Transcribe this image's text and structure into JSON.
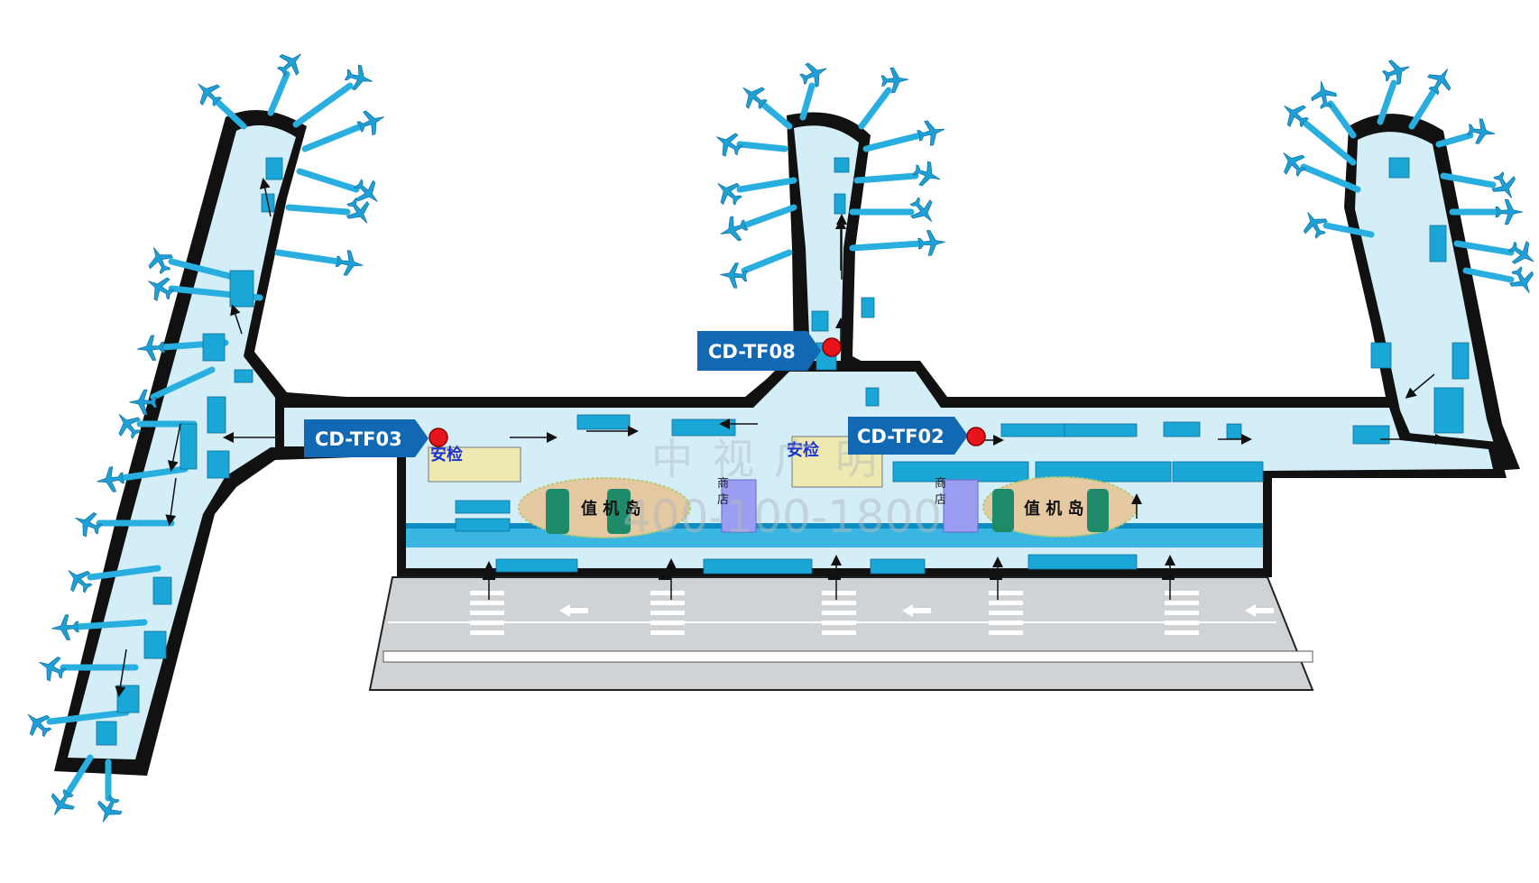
{
  "markers": [
    {
      "id": "tf08",
      "label": "CD-TF08"
    },
    {
      "id": "tf03",
      "label": "CD-TF03"
    },
    {
      "id": "tf02",
      "label": "CD-TF02"
    }
  ],
  "labels": {
    "security_left": "安检",
    "security_center": "安检",
    "checkin_left": "值 机 岛",
    "checkin_right": "值 机 岛",
    "shop_left": "商\n店",
    "shop_right": "商\n店"
  },
  "watermark": {
    "brand": "中视广明",
    "phone": "400-100-1800"
  },
  "colors": {
    "marker_bg": "#1168b3",
    "marker_dot": "#e8141b",
    "floor": "#cfeaf6",
    "gate": "#29aee0",
    "wall": "#111111",
    "security": "#eee9b0",
    "checkin": "#e5c9a3",
    "shop": "#9a9df2",
    "label_text": "#1a33d6"
  },
  "icons": [
    "airplane-icon",
    "arrow-icon",
    "location-dot-icon"
  ]
}
